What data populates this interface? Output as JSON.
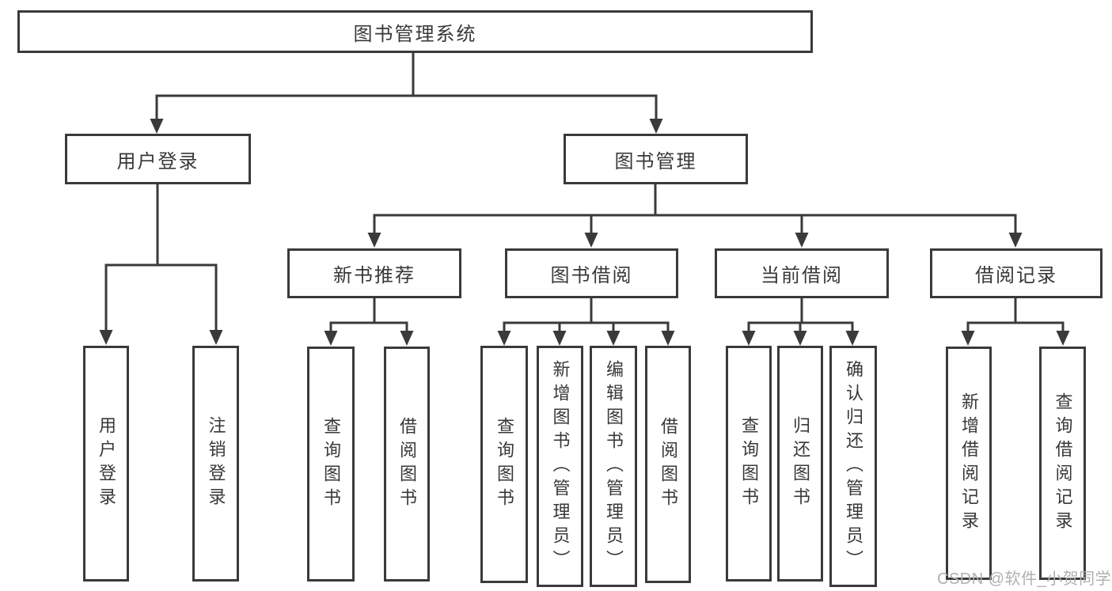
{
  "tree": {
    "label": "图书管理系统",
    "children": [
      {
        "label": "用户登录",
        "children": [
          {
            "label": "用户登录"
          },
          {
            "label": "注销登录"
          }
        ]
      },
      {
        "label": "图书管理",
        "children": [
          {
            "label": "新书推荐",
            "children": [
              {
                "label": "查询图书"
              },
              {
                "label": "借阅图书"
              }
            ]
          },
          {
            "label": "图书借阅",
            "children": [
              {
                "label": "查询图书"
              },
              {
                "label": "新增图书（管理员）"
              },
              {
                "label": "编辑图书（管理员）"
              },
              {
                "label": "借阅图书"
              }
            ]
          },
          {
            "label": "当前借阅",
            "children": [
              {
                "label": "查询图书"
              },
              {
                "label": "归还图书"
              },
              {
                "label": "确认归还（管理员）"
              }
            ]
          },
          {
            "label": "借阅记录",
            "children": [
              {
                "label": "新增借阅记录"
              },
              {
                "label": "查询借阅记录"
              }
            ]
          }
        ]
      }
    ]
  },
  "watermark": {
    "text": "CSDN @软件_小贺同学"
  },
  "colors": {
    "line": "#3a3a3a",
    "text": "#383838",
    "background": "#ffffff",
    "watermark": "#b0b0b0"
  }
}
